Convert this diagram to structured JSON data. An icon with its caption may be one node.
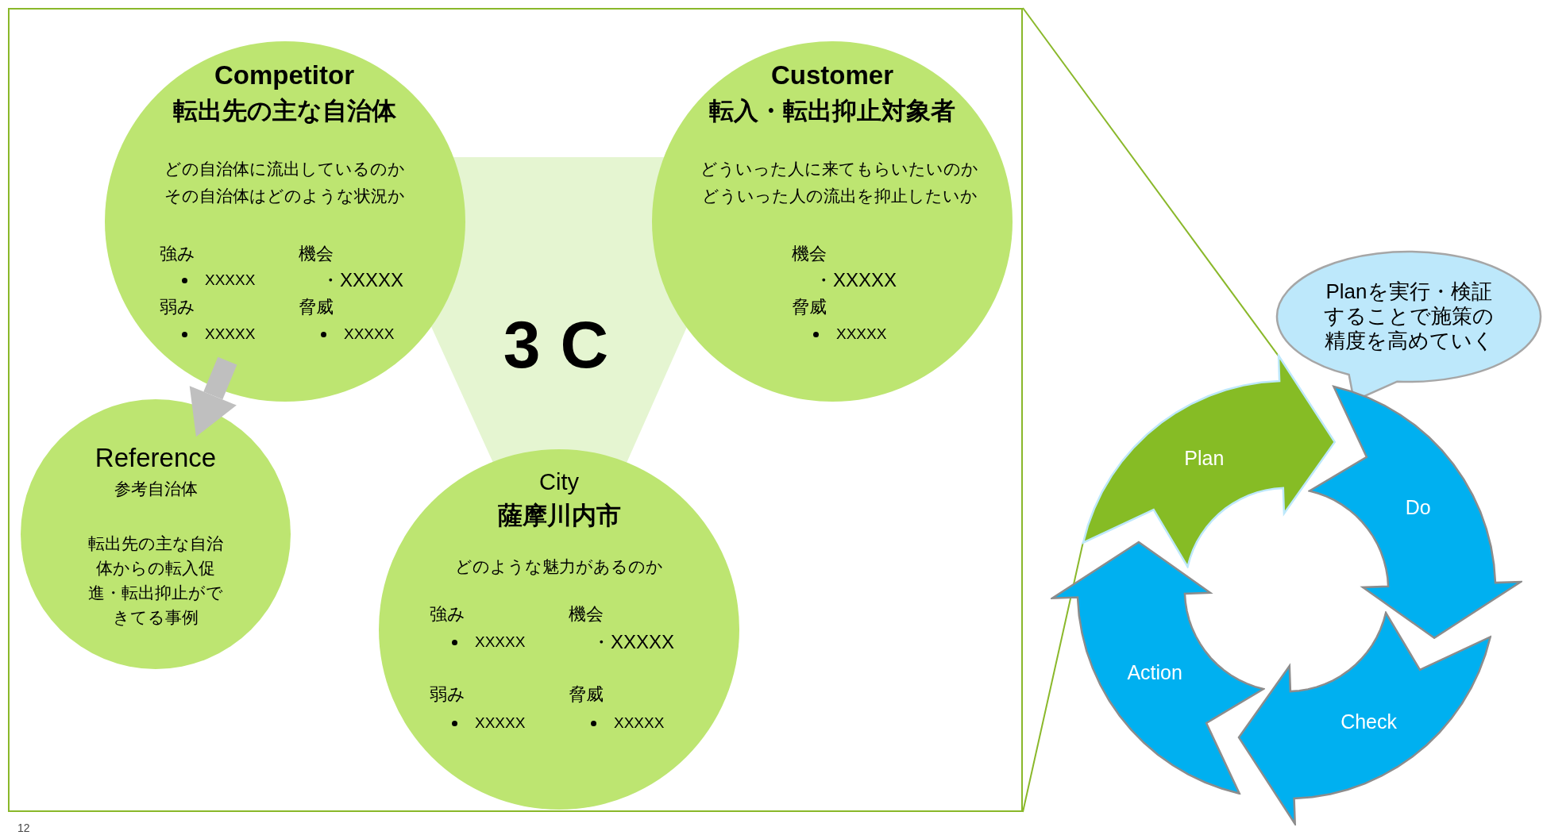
{
  "diagram": {
    "nodes": [
      {
        "text": [],
        "shape": "box"
      },
      {
        "text": [
          "Competitor",
          "転出先の主な自治体",
          "どの自治体に流出しているのか",
          "その自治体はどのような状況か",
          "強み",
          "機会",
          "XXXXX",
          "・XXXXX",
          "弱み",
          "脅威",
          "XXXXX",
          "XXXXX"
        ],
        "in": 0
      },
      {
        "text": [
          "Customer",
          "転入・転出抑止対象者",
          "どういった人に来てもらいたいのか",
          "どういった人の流出を抑止したいか",
          "機会",
          "・XXXXX",
          "脅威",
          "XXXXX"
        ],
        "in": 0
      },
      {
        "text": [
          "Reference",
          "参考自治体",
          "転出先の主な自治体からの転入促進・転出抑止ができてる事例"
        ],
        "in": 0
      },
      {
        "text": [
          "City",
          "薩摩川内市",
          "どのような魅力があるのか",
          "強み",
          "機会",
          "XXXXX",
          "・XXXXX",
          "弱み",
          "脅威",
          "XXXXX",
          "XXXXX"
        ],
        "in": 0
      },
      {
        "text": [
          "Planを実行・検証することで施策の精度を高めていく"
        ]
      },
      {
        "text": [
          "Plan"
        ]
      },
      {
        "text": [
          "Do"
        ]
      },
      {
        "text": [
          "Action"
        ]
      },
      {
        "text": [
          "Check"
        ]
      }
    ],
    "edges": [
      {
        "from": 1,
        "to": 3,
        "arrow": "to",
        "style": "thick",
        "color": "#bfbfbf"
      },
      {
        "from": 0,
        "to": 6,
        "arrow": "none"
      },
      {
        "from": 0,
        "to": 6,
        "arrow": "none"
      }
    ],
    "labels": [
      "3C",
      "12"
    ]
  }
}
